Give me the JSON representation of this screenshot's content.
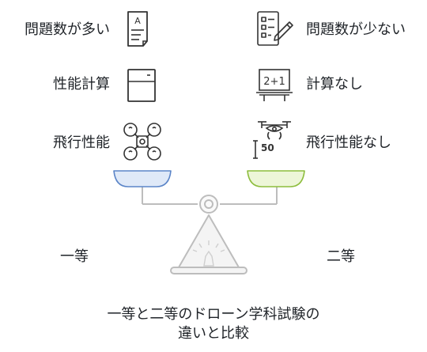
{
  "left": {
    "items": [
      {
        "label": "問題数が多い",
        "icon": "document-icon"
      },
      {
        "label": "性能計算",
        "icon": "calculator-icon"
      },
      {
        "label": "飛行性能",
        "icon": "drone-icon"
      }
    ],
    "grade": "一等"
  },
  "right": {
    "items": [
      {
        "label": "問題数が少ない",
        "icon": "form-pencil-icon"
      },
      {
        "label": "計算なし",
        "icon": "chalkboard-icon"
      },
      {
        "label": "飛行性能なし",
        "icon": "drone-altitude-icon"
      }
    ],
    "grade": "二等",
    "altitude_text": "50"
  },
  "title": {
    "line1": "一等と二等のドローン学科試験の",
    "line2": "違いと比較"
  },
  "colors": {
    "left_pan": "#dfe9f8",
    "left_pan_stroke": "#5b85c8",
    "right_pan": "#edf6d8",
    "right_pan_stroke": "#8dbd3d",
    "scale": "#bdbdbd"
  }
}
